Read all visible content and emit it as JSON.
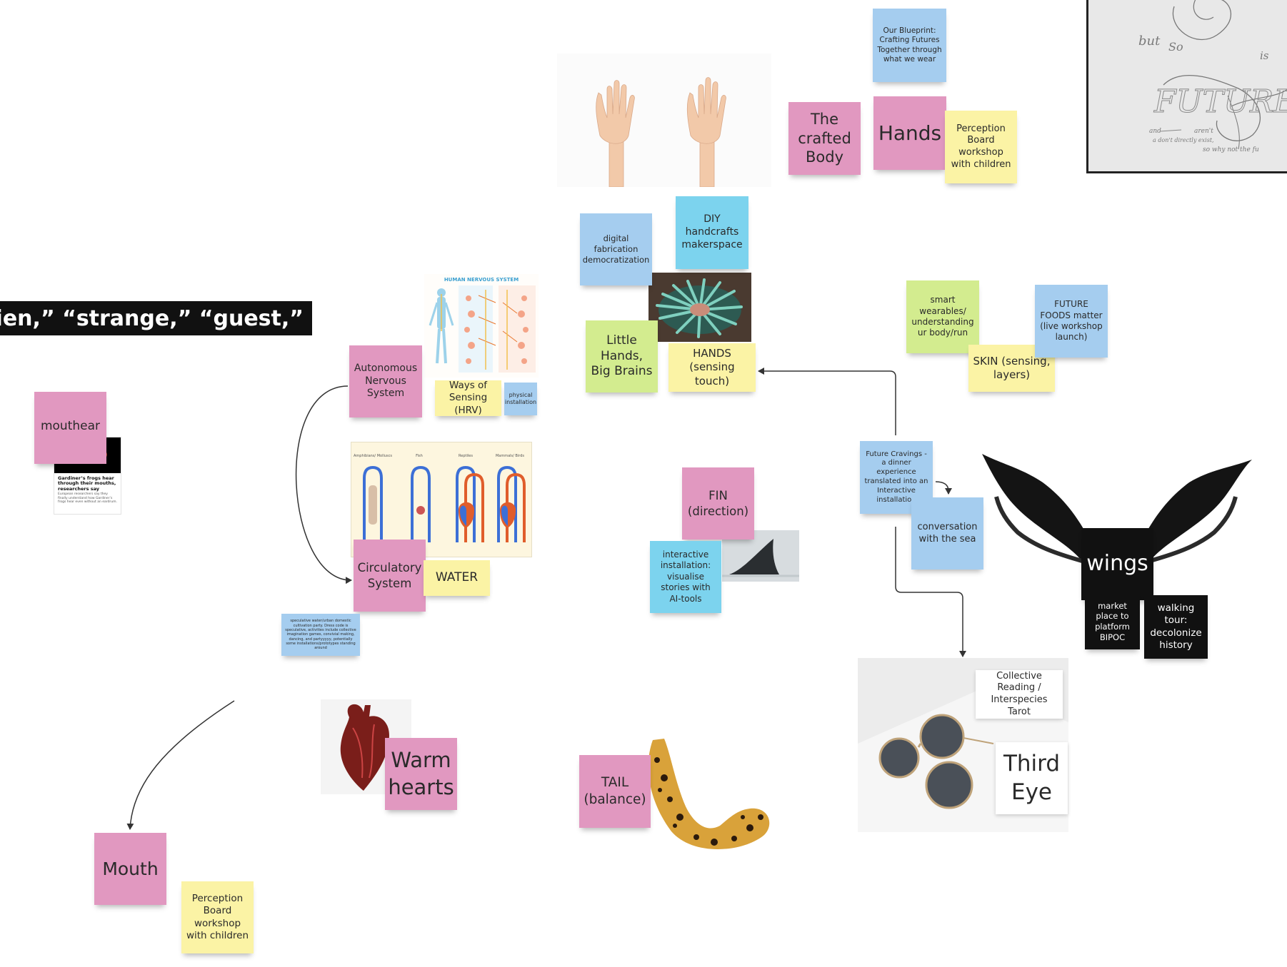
{
  "banner": {
    "text": "g “alien,” “strange,” “guest,”"
  },
  "stickies": {
    "blueprint": "Our Blueprint: Crafting Futures Together through what we wear",
    "crafted_body": "The crafted Body",
    "hands_title": "Hands",
    "perception_top": "Perception Board workshop with children",
    "digital_fab": "digital fabrication democratization",
    "diy": "DIY handcrafts makerspace",
    "little_hands": "Little Hands, Big Brains",
    "hands_touch": "HANDS (sensing touch)",
    "smart_wearables": "smart wearables/ understanding ur body/run",
    "future_foods": "FUTURE FOODS matter (live workshop launch)",
    "skin": "SKIN (sensing, layers)",
    "autonomous": "Autonomous Nervous System",
    "ways_of_sensing": "Ways of Sensing (HRV)",
    "physical_install": "physical installation",
    "mouthear": "mouthear",
    "circulatory": "Circulatory System",
    "water": "WATER",
    "speculative": "speculative water/urban domestic cultivation party. Dress code is speculative, activities include collective imagination games, convivial making, dancing, and partyyyyy, potentially some installations/prototypes standing around",
    "fin": "FIN (direction)",
    "interactive_ai": "interactive installation: visualise stories with AI-tools",
    "future_cravings": "Future Cravings - a dinner experience translated into an Interactive installation",
    "conversation_sea": "conversation with the sea",
    "wings": "wings",
    "market_place": "market place to platform BIPOC",
    "walking_tour": "walking tour: decolonize history",
    "collective_reading": "Collective Reading / Interspecies Tarot",
    "third_eye": "Third Eye",
    "warm_hearts": "Warm hearts",
    "tail": "TAIL (balance)",
    "mouth": "Mouth",
    "perception_bottom": "Perception Board workshop with children"
  },
  "article": {
    "headline": "Gardiner’s frogs hear through their mouths, researchers say",
    "body": "European researchers say they finally understand how Gardiner’s frogs hear even without an eardrum."
  },
  "diagrams": {
    "nervous_title": "HUMAN NERVOUS SYSTEM",
    "circ_labels": [
      "Amphibians/ Molluscs",
      "Fish",
      "Reptiles",
      "Mammals/ Birds"
    ]
  },
  "sketch": {
    "words": [
      "but",
      "So",
      "is",
      "FUTURE",
      "and",
      "aren't",
      "a don't directly exist,",
      "so why not the fu"
    ]
  },
  "colors": {
    "pink": "#e198c0",
    "blue": "#a5cdef",
    "yellow": "#fbf3a5",
    "green": "#d3ec8f",
    "cyan": "#7cd3ee",
    "black": "#111111",
    "connector": "#333333"
  }
}
